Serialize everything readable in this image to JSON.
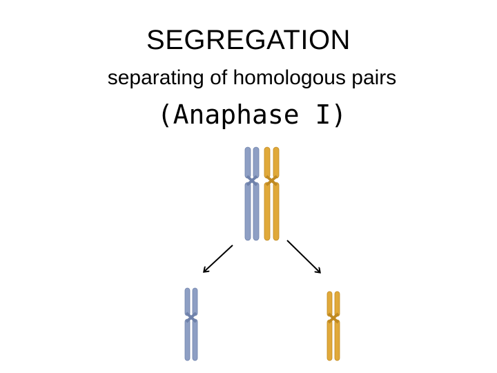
{
  "title": "SEGREGATION",
  "subtitle": "separating of homologous pairs",
  "phase": "(Anaphase I)",
  "colors": {
    "blue_chromosome": "#8e9fc4",
    "blue_chromosome_dark": "#6f82ab",
    "gold_chromosome": "#e0a93a",
    "gold_chromosome_dark": "#c08a22",
    "arrow": "#000000"
  },
  "icons": {
    "paired_homologs": "homologous-pair-icon",
    "blue_chromosome": "blue-chromosome-icon",
    "gold_chromosome": "gold-chromosome-icon",
    "arrow_left": "arrow-down-left-icon",
    "arrow_right": "arrow-down-right-icon"
  }
}
